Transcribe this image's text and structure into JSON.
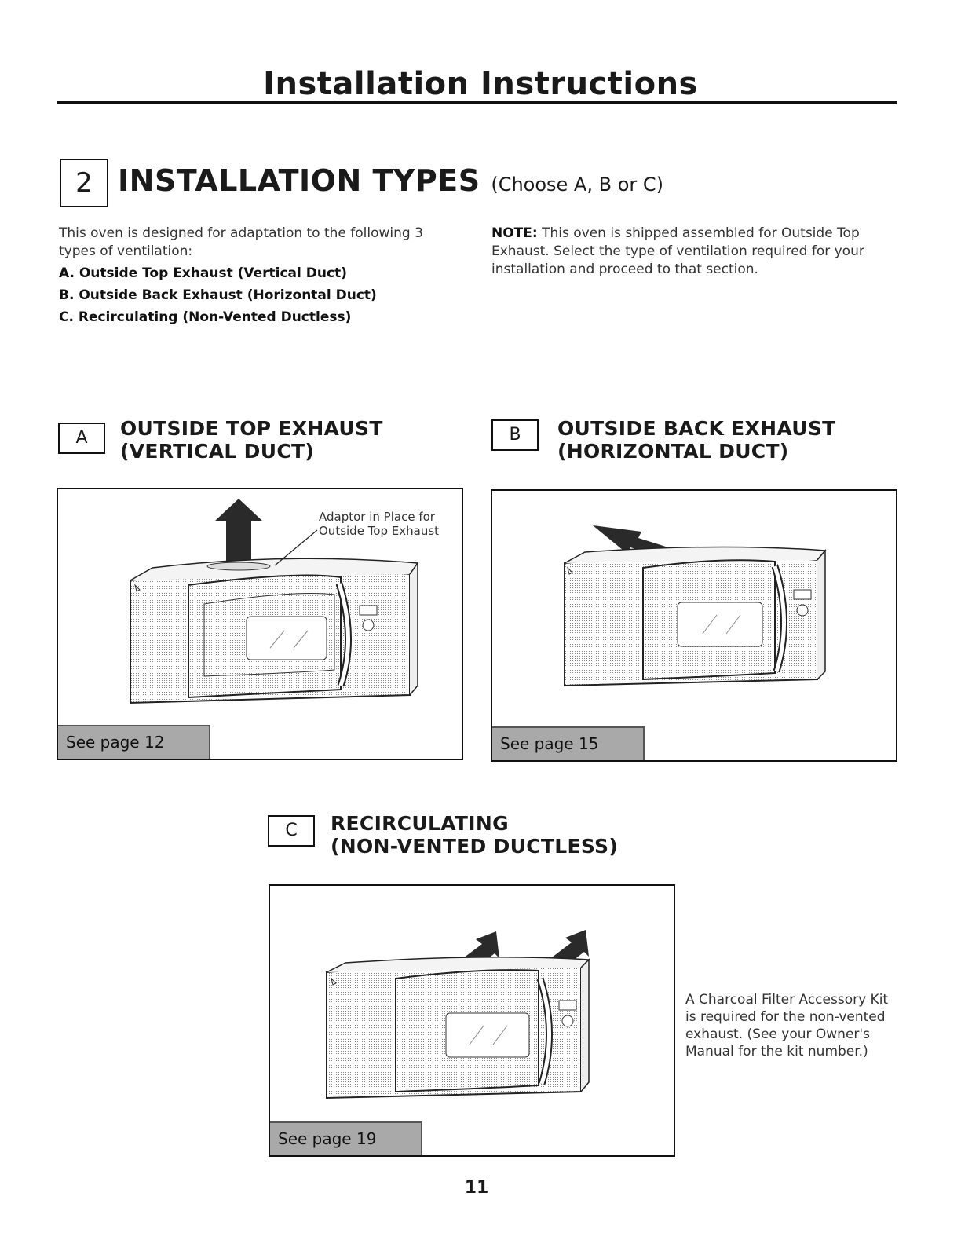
{
  "header": {
    "title": "Installation Instructions"
  },
  "step": {
    "number": "2",
    "title": "INSTALLATION TYPES",
    "subtitle": "(Choose A, B or C)"
  },
  "intro": {
    "text": "This oven is designed for adaptation to the following 3 types of ventilation:",
    "options": [
      "A. Outside Top Exhaust (Vertical Duct)",
      "B. Outside Back Exhaust (Horizontal Duct)",
      "C. Recirculating (Non-Vented Ductless)"
    ]
  },
  "note": {
    "label": "NOTE:",
    "text": " This oven is shipped assembled for Outside Top Exhaust. Select the type of ventilation required for your installation and proceed to that section."
  },
  "sections": {
    "a": {
      "letter": "A",
      "title_line1": "OUTSIDE TOP EXHAUST",
      "title_line2": "(VERTICAL DUCT)",
      "callout_line1": "Adaptor in Place for",
      "callout_line2": "Outside Top Exhaust",
      "see_page": "See page 12"
    },
    "b": {
      "letter": "B",
      "title_line1": "OUTSIDE BACK EXHAUST",
      "title_line2": "(HORIZONTAL DUCT)",
      "see_page": "See page 15"
    },
    "c": {
      "letter": "C",
      "title_line1": "RECIRCULATING",
      "title_line2": "(NON-VENTED DUCTLESS)",
      "see_page": "See page 19",
      "side_note": "A Charcoal Filter Accessory Kit is required for the non-vented exhaust. (See your Owner's Manual for the kit number.)"
    }
  },
  "footer": {
    "page_number": "11"
  },
  "colors": {
    "text": "#1a1a1a",
    "label_fill": "#a9a9a9",
    "border": "#111111"
  },
  "icons": [
    "exhaust-arrow-icon",
    "microwave-illustration"
  ]
}
